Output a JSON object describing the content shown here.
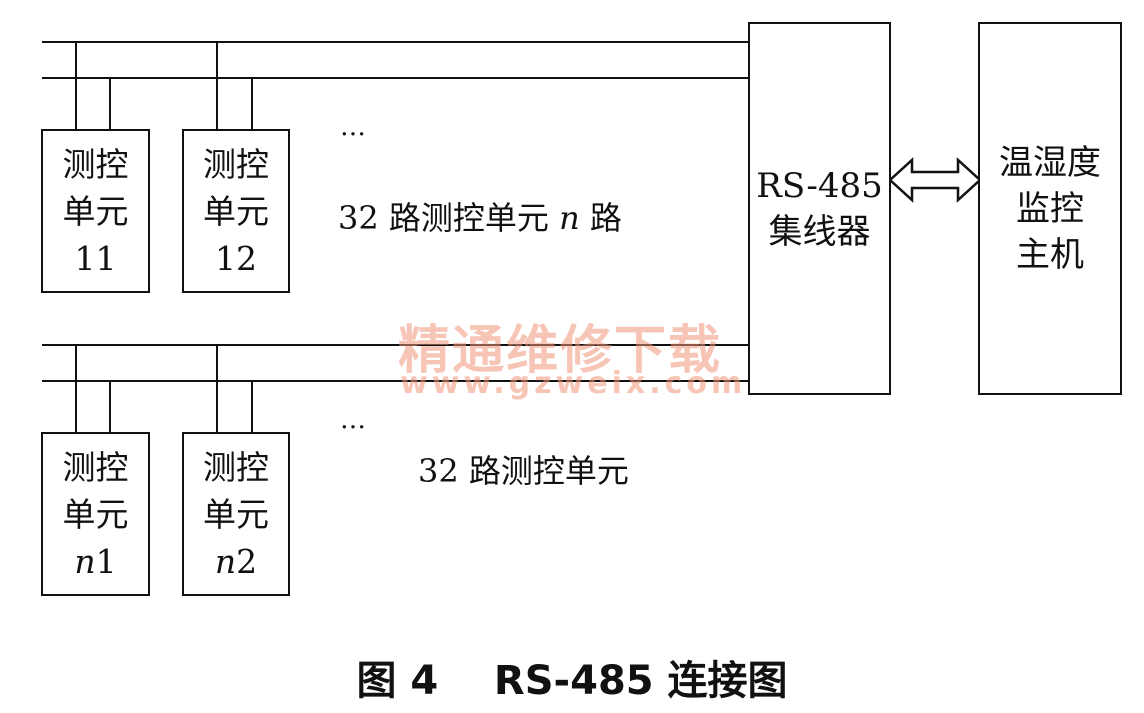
{
  "units": [
    {
      "line1": "测控",
      "line2": "单元",
      "id_italic": "",
      "id_rest": "11"
    },
    {
      "line1": "测控",
      "line2": "单元",
      "id_italic": "",
      "id_rest": "12"
    },
    {
      "line1": "测控",
      "line2": "单元",
      "id_italic": "n",
      "id_rest": "1"
    },
    {
      "line1": "测控",
      "line2": "单元",
      "id_italic": "n",
      "id_rest": "2"
    }
  ],
  "ellipsis": "…",
  "note_top": {
    "prefix": "32 路测控单元 ",
    "italic": "n",
    "suffix": " 路"
  },
  "note_bottom": "32 路测控单元",
  "hub": {
    "line1": "RS-485",
    "line2": "集线器"
  },
  "host": {
    "line1": "温湿度",
    "line2": "监控",
    "line3": "主机"
  },
  "watermark": {
    "line1": "精通维修下载",
    "line2": "www.gzweix.com"
  },
  "caption": "图 4    RS-485 连接图"
}
